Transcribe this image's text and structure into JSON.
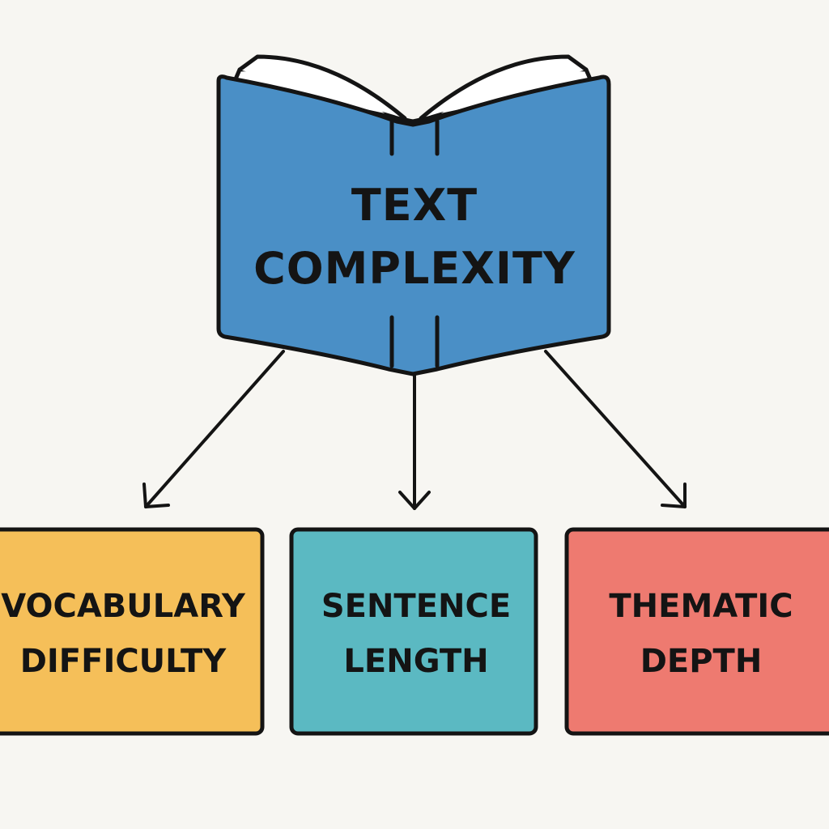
{
  "central": {
    "lines": [
      "TEXT",
      "COMPLEXITY"
    ],
    "icon": "open-book-icon",
    "color": "#4a8fc6"
  },
  "factors": [
    {
      "lines": [
        "VOCABULARY",
        "DIFFICULTY"
      ],
      "color": "#f5bf59"
    },
    {
      "lines": [
        "SENTENCE",
        "LENGTH"
      ],
      "color": "#5bb9c2"
    },
    {
      "lines": [
        "THEMATIC",
        "DEPTH"
      ],
      "color": "#ee7a70"
    }
  ],
  "colors": {
    "background": "#f7f6f2",
    "ink": "#141414",
    "page": "#ffffff"
  }
}
